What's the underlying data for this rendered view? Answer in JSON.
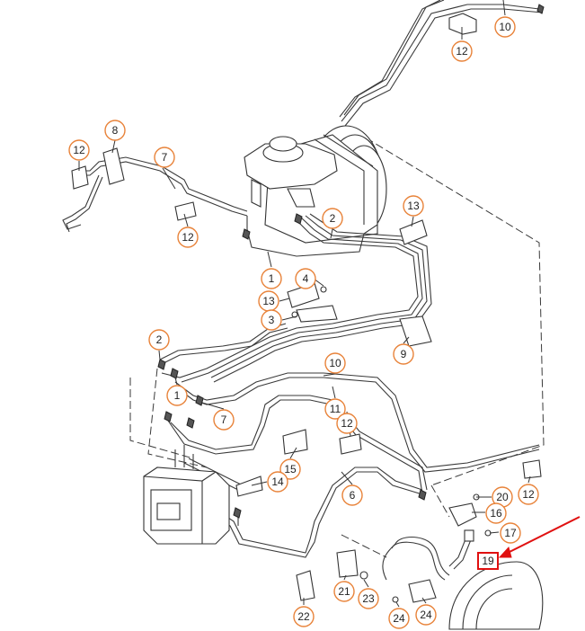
{
  "callouts": [
    {
      "label": "10"
    },
    {
      "label": "12"
    },
    {
      "label": "8"
    },
    {
      "label": "12"
    },
    {
      "label": "7"
    },
    {
      "label": "12"
    },
    {
      "label": "2"
    },
    {
      "label": "13"
    },
    {
      "label": "1"
    },
    {
      "label": "4"
    },
    {
      "label": "13"
    },
    {
      "label": "3"
    },
    {
      "label": "9"
    },
    {
      "label": "2"
    },
    {
      "label": "10"
    },
    {
      "label": "1"
    },
    {
      "label": "11"
    },
    {
      "label": "12"
    },
    {
      "label": "7"
    },
    {
      "label": "15"
    },
    {
      "label": "14"
    },
    {
      "label": "6"
    },
    {
      "label": "12"
    },
    {
      "label": "20"
    },
    {
      "label": "16"
    },
    {
      "label": "17"
    },
    {
      "label": "21"
    },
    {
      "label": "23"
    },
    {
      "label": "22"
    },
    {
      "label": "24"
    },
    {
      "label": "24"
    }
  ],
  "highlighted_callout": {
    "label": "19"
  },
  "colors": {
    "callout_ring": "#e8833a",
    "highlight_box": "#e01010",
    "arrow": "#e01010",
    "line": "#3a3a3a"
  }
}
